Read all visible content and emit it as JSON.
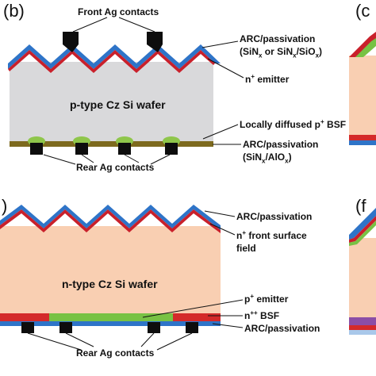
{
  "panels": {
    "b": {
      "letter": "(b)",
      "wafer_label": "p-type Cz Si wafer",
      "front_contacts_label": "Front Ag contacts",
      "arc_line1": "ARC/passivation",
      "arc_line2": {
        "t1": "(SiN",
        "s1": "x",
        "t2": " or SiN",
        "s2": "x",
        "t3": "/SiO",
        "s3": "x",
        "t4": ")"
      },
      "emitter": {
        "t1": "n",
        "sup": "+",
        "t2": " emitter"
      },
      "bsf": {
        "t1": "Locally diffused p",
        "sup": "+",
        "t2": " BSF"
      },
      "rear_arc_line1": "ARC/passivation",
      "rear_arc_line2": {
        "t1": "(SiN",
        "s1": "x",
        "t2": "/AlO",
        "s2": "x",
        "t3": ")"
      },
      "rear_contacts_label": "Rear Ag contacts"
    },
    "c": {
      "letter": "(c"
    },
    "e": {
      "letter": ")",
      "wafer_label": "n-type Cz Si wafer",
      "arc": "ARC/passivation",
      "fsf_line1": {
        "t1": "n",
        "sup": "+",
        "t2": " front surface"
      },
      "fsf_line2": "field",
      "emitter": {
        "t1": "p",
        "sup": "+",
        "t2": " emitter"
      },
      "bsf": {
        "t1": "n",
        "sup": "++",
        "t2": " BSF"
      },
      "rear_arc": "ARC/passivation",
      "rear_contacts_label": "Rear Ag contacts"
    },
    "f": {
      "letter": "(f"
    }
  },
  "colors": {
    "wafer_gray": "#d9d9db",
    "wafer_peach": "#f9cfb2",
    "arc_blue": "#2e74c8",
    "emitter_red": "#c9202b",
    "bsf_green": "#8fc64b",
    "rear_olive": "#7d6a1e",
    "contact_black": "#0d0d0d",
    "n_plus_plus_red": "#d42a2a",
    "p_plus_green": "#78c244",
    "purple": "#8b4ea6"
  }
}
